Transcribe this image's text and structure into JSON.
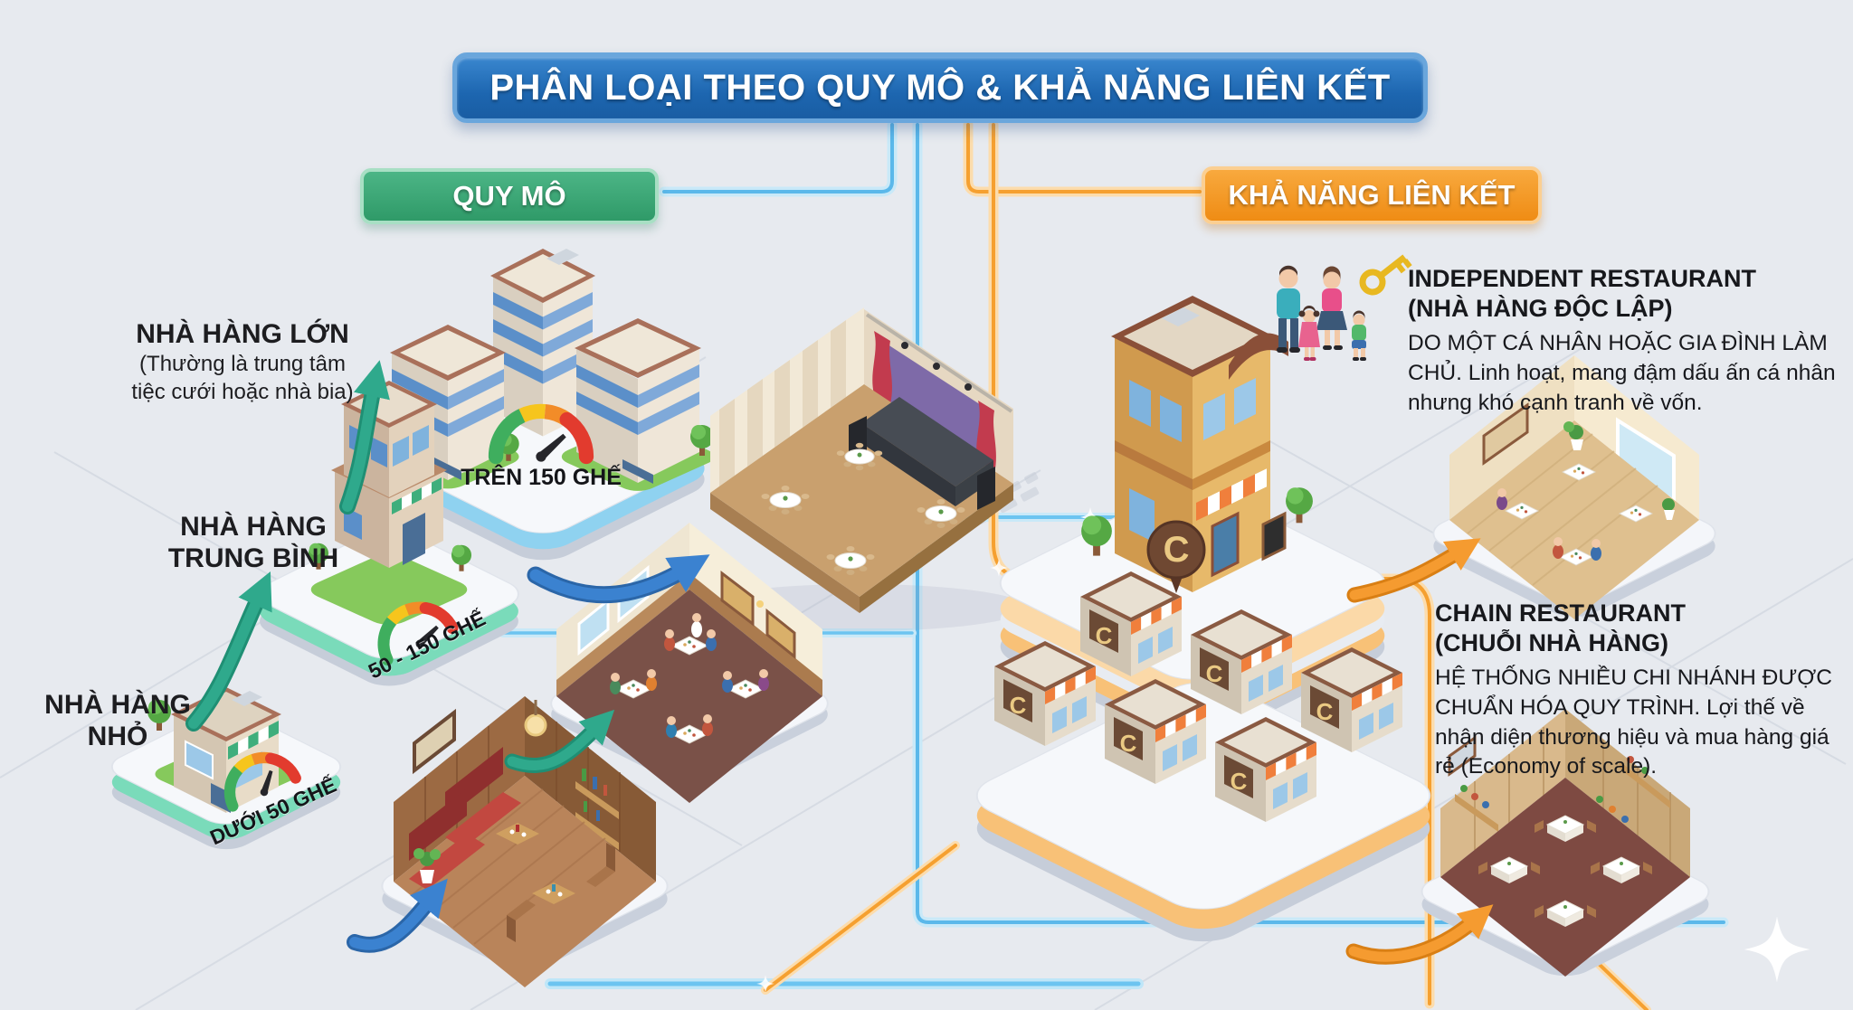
{
  "title": "PHÂN LOẠI THEO QUY MÔ & KHẢ NĂNG LIÊN KẾT",
  "branch_scale": {
    "label": "QUY MÔ"
  },
  "branch_linkage": {
    "label": "KHẢ NĂNG LIÊN KẾT"
  },
  "scale_levels": [
    {
      "name": "NHÀ HÀNG LỚN",
      "note_line1": "(Thường là trung tâm",
      "note_line2": "tiệc cưới hoặc nhà bia)",
      "gauge_label": "TRÊN 150 GHẾ"
    },
    {
      "name_line1": "NHÀ HÀNG",
      "name_line2": "TRUNG BÌNH",
      "gauge_label": "50 - 150 GHẾ"
    },
    {
      "name_line1": "NHÀ HÀNG",
      "name_line2": "NHỎ",
      "gauge_label": "DƯỚI 50 GHẾ"
    }
  ],
  "linkage_types": [
    {
      "title": "INDEPENDENT RESTAURANT",
      "subtitle": "(NHÀ HÀNG ĐỘC LẬP)",
      "description": "DO MỘT CÁ NHÂN HOẶC GIA ĐÌNH LÀM CHỦ. Linh hoạt, mang đậm dấu ấn cá nhân nhưng khó cạnh tranh về vốn."
    },
    {
      "title": "CHAIN RESTAURANT",
      "subtitle": "(CHUỖI NHÀ HÀNG)",
      "description": "HỆ THỐNG NHIỀU CHI NHÁNH ĐƯỢC CHUẨN HÓA QUY TRÌNH. Lợi thế về nhận diện thương hiệu và mua hàng giá rẻ (Economy of scale)."
    }
  ],
  "chain_logo_letter": "C",
  "colors": {
    "title_bg": "#1d66b0",
    "scale_bg": "#35a374",
    "linkage_bg": "#f2911c",
    "flow_blue": "#5bb8ea",
    "flow_orange": "#f5a030",
    "arrow_teal": "#2fa98c",
    "arrow_blue": "#3b82d0",
    "arrow_orange": "#f59b30"
  }
}
